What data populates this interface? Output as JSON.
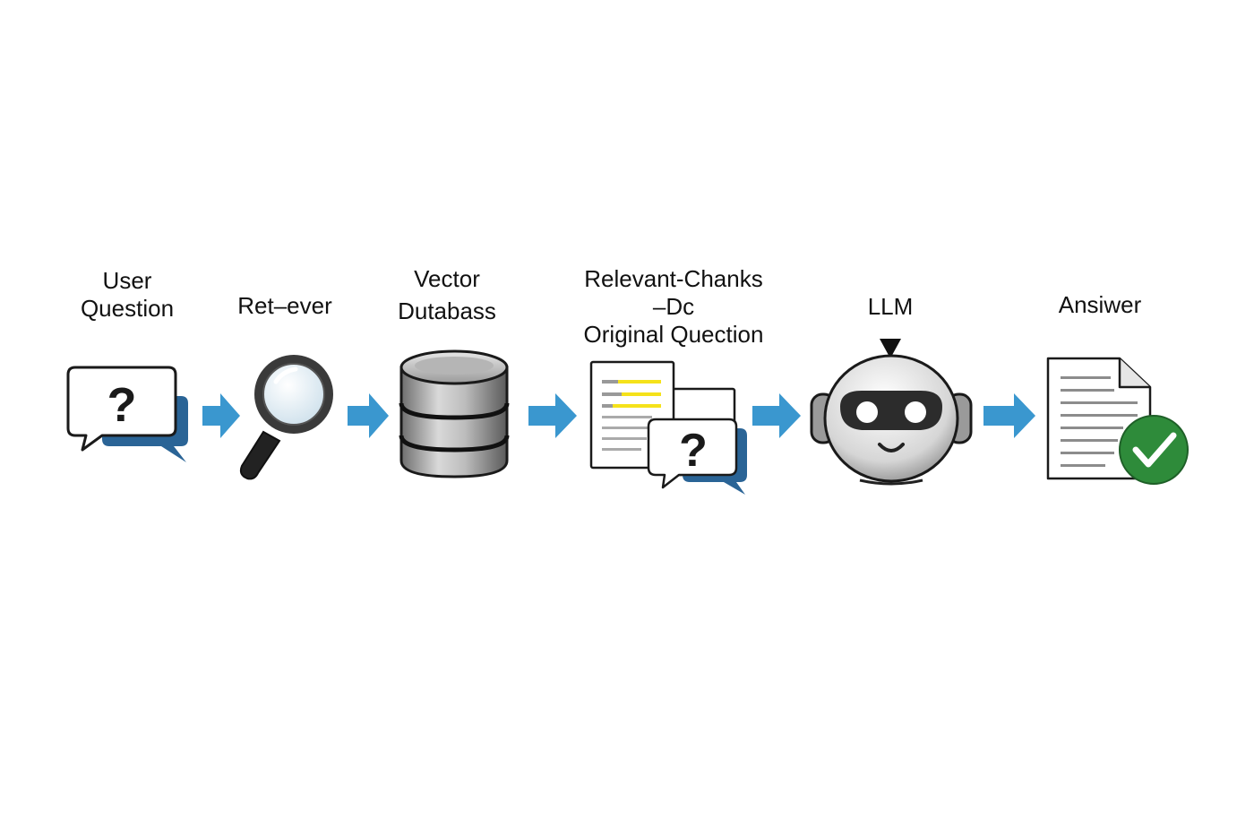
{
  "steps": [
    {
      "id": "user-question",
      "label_lines": [
        "User",
        "Question"
      ],
      "icon": "question-chat-icon"
    },
    {
      "id": "retriever",
      "label_lines": [
        "Ret–ever"
      ],
      "icon": "magnifier-icon"
    },
    {
      "id": "vector-database",
      "label_lines": [
        "Vector",
        "Dutabass"
      ],
      "icon": "database-icon"
    },
    {
      "id": "relevant-chunks",
      "label_lines": [
        "Relevant-Chanks",
        "–Dc",
        "Original Quection"
      ],
      "icon": "document-question-icon"
    },
    {
      "id": "llm",
      "label_lines": [
        "LLM"
      ],
      "icon": "robot-icon"
    },
    {
      "id": "answer",
      "label_lines": [
        "Ansiwer"
      ],
      "icon": "document-check-icon"
    }
  ],
  "colors": {
    "arrow": "#3a97cf",
    "bubble_back": "#2a6496",
    "highlight": "#f5e21a",
    "check": "#2e8b3a",
    "outline": "#1a1a1a"
  }
}
